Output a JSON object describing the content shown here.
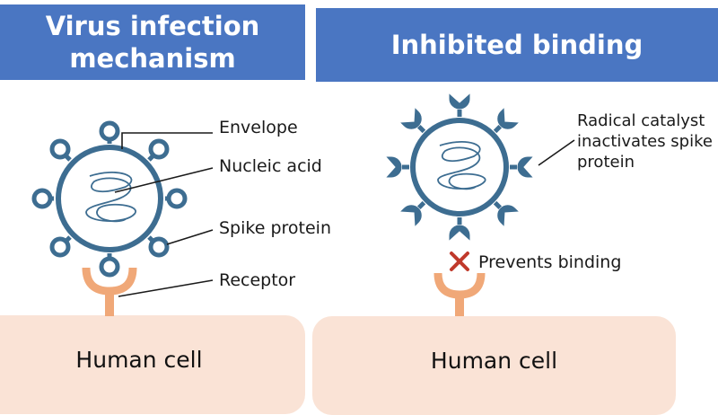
{
  "left_panel": {
    "title": "Virus infection mechanism",
    "title_line1": "Virus infection",
    "title_line2": "mechanism",
    "labels": {
      "envelope": "Envelope",
      "nucleic_acid": "Nucleic acid",
      "spike_protein": "Spike protein",
      "receptor": "Receptor"
    },
    "cell_label": "Human cell"
  },
  "right_panel": {
    "title": "Inhibited binding",
    "annotation_line1": "Radical catalyst",
    "annotation_line2": "inactivates spike",
    "annotation_line3": "protein",
    "prevents_label": "Prevents binding",
    "cell_label": "Human cell"
  },
  "colors": {
    "banner": "#4a76c2",
    "virus": "#3d6d91",
    "receptor": "#f0a878",
    "cell": "#fae3d6",
    "cross": "#c0392b"
  }
}
